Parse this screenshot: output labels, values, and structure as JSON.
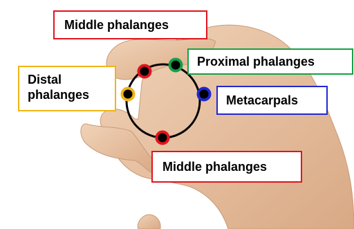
{
  "labels": {
    "middle_top": "Middle phalanges",
    "proximal": "Proximal phalanges",
    "distal_line1": "Distal",
    "distal_line2": "phalanges",
    "metacarpals": "Metacarpals",
    "middle_bottom": "Middle phalanges"
  },
  "colors": {
    "middle": "#e0141e",
    "proximal": "#14a046",
    "distal": "#f0b414",
    "metacarpals": "#1e28d2",
    "skin": "#e9c5a6",
    "circle": "#000000"
  },
  "markers": [
    {
      "name": "middle-phalanges-top-dot",
      "color_key": "middle"
    },
    {
      "name": "proximal-phalanges-dot",
      "color_key": "proximal"
    },
    {
      "name": "distal-phalanges-dot",
      "color_key": "distal"
    },
    {
      "name": "metacarpals-dot",
      "color_key": "metacarpals"
    },
    {
      "name": "middle-phalanges-bottom-dot",
      "color_key": "middle"
    }
  ]
}
